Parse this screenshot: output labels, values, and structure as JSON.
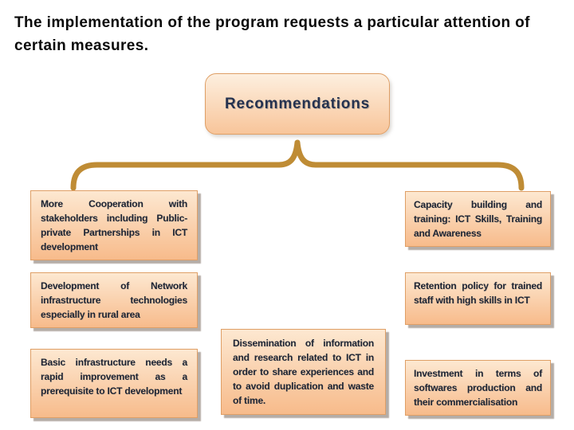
{
  "title": "The implementation of the program requests a particular attention of certain measures.",
  "diagram": {
    "root_label": "Recommendations",
    "recommendations": [
      {
        "text": "More Cooperation with stakeholders including Public-private Partnerships in ICT development"
      },
      {
        "text": "Development of Network infrastructure technologies especially in rural area"
      },
      {
        "text": "Basic infrastructure needs a rapid improvement as a prerequisite to ICT development"
      },
      {
        "text": "Dissemination of information and research related to ICT in order to share experiences and to avoid duplication and waste of time."
      },
      {
        "text": "Capacity building and training: ICT Skills, Training and Awareness"
      },
      {
        "text": "Retention policy for trained staff with high skills in ICT"
      },
      {
        "text": "Investment in terms of softwares production and their commercialisation"
      }
    ]
  },
  "colors": {
    "title_text": "#0a0a0a",
    "heading_text": "#25324f",
    "body_text": "#1d2433",
    "box_gradient_top": "#fde8d1",
    "box_gradient_bottom": "#f7bb8b",
    "root_gradient_top": "#fdefdf",
    "root_gradient_bottom": "#f8c59a",
    "box_border": "#df9f66",
    "brace": "#bf8c35"
  }
}
